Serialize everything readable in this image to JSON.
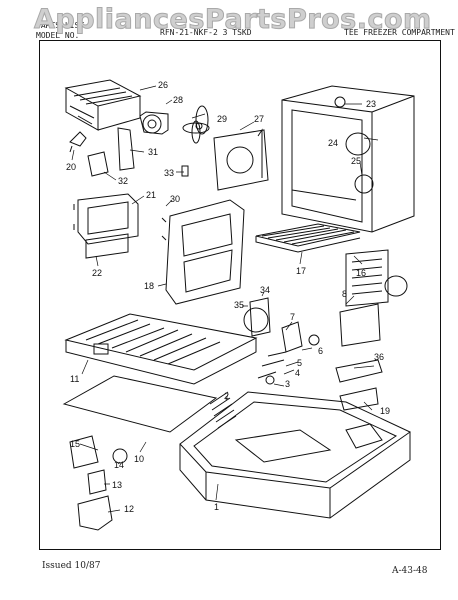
{
  "watermark": "AppliancesPartsPros.com",
  "header": {
    "line1": "PARTS LIST",
    "line2": "MODEL NO.",
    "model": "RFN-21-NKF-2 3 TSKD",
    "section": "TEE FREEZER COMPARTMENT"
  },
  "footer": {
    "issued": "Issued 10/87",
    "ref": "A-43-48"
  },
  "callouts": [
    "26",
    "28",
    "29",
    "27",
    "23",
    "24",
    "25",
    "31",
    "20",
    "32",
    "33",
    "21",
    "30",
    "22",
    "18",
    "17",
    "16",
    "8",
    "35",
    "34",
    "7",
    "6",
    "5",
    "4",
    "3",
    "36",
    "19",
    "2",
    "11",
    "10",
    "15",
    "14",
    "13",
    "12",
    "1"
  ]
}
